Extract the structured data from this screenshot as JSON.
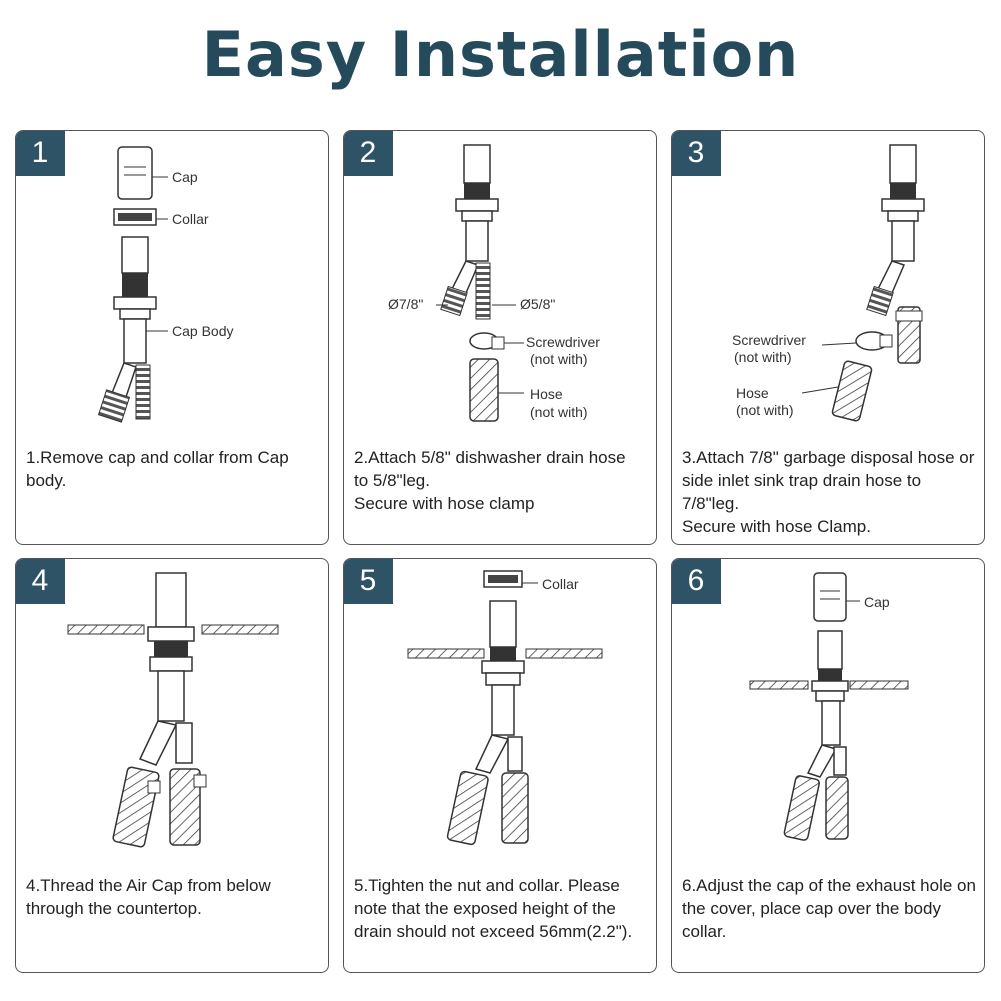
{
  "title": "Easy Installation",
  "steps": [
    {
      "number": "1",
      "labels": {
        "cap": "Cap",
        "collar": "Collar",
        "cap_body": "Cap Body"
      },
      "text": "1.Remove cap and collar from Cap body."
    },
    {
      "number": "2",
      "labels": {
        "d78": "Ø7/8\"",
        "d58": "Ø5/8\"",
        "screwdriver": "Screwdriver",
        "screwdriver_note": "(not with)",
        "hose": "Hose",
        "hose_note": "(not with)"
      },
      "text": "2.Attach 5/8\" dishwasher drain hose\n to 5/8\"leg.\nSecure with hose clamp"
    },
    {
      "number": "3",
      "labels": {
        "screwdriver": "Screwdriver",
        "screwdriver_note": "(not with)",
        "hose": "Hose",
        "hose_note": "(not with)"
      },
      "text": "3.Attach 7/8\" garbage disposal hose or side inlet sink trap drain hose to 7/8\"leg.\nSecure with hose Clamp."
    },
    {
      "number": "4",
      "labels": {},
      "text": "4.Thread the Air Cap from below through the countertop."
    },
    {
      "number": "5",
      "labels": {
        "collar": "Collar"
      },
      "text": "5.Tighten the nut and collar. Please note that the exposed height of the drain should not exceed 56mm(2.2\")."
    },
    {
      "number": "6",
      "labels": {
        "cap": "Cap"
      },
      "text": "6.Adjust the cap of the exhaust hole on the cover, place cap over the body collar."
    }
  ]
}
